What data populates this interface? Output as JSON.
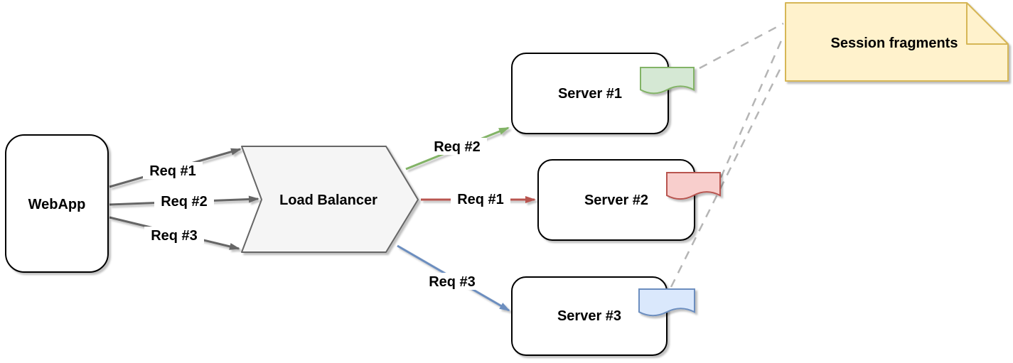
{
  "diagram": {
    "type": "architecture-diagram",
    "nodes": {
      "webapp": {
        "label": "WebApp"
      },
      "load_balancer": {
        "label": "Load Balancer"
      },
      "server1": {
        "label": "Server #1"
      },
      "server2": {
        "label": "Server #2"
      },
      "server3": {
        "label": "Server #3"
      },
      "session_note": {
        "label": "Session fragments"
      }
    },
    "edges": {
      "webapp_to_lb": [
        {
          "label": "Req #1",
          "color": "gray"
        },
        {
          "label": "Req #2",
          "color": "gray"
        },
        {
          "label": "Req #3",
          "color": "gray"
        }
      ],
      "lb_to_server1": {
        "label": "Req #2",
        "color": "green"
      },
      "lb_to_server2": {
        "label": "Req #1",
        "color": "red"
      },
      "lb_to_server3": {
        "label": "Req #3",
        "color": "blue"
      },
      "session_links": {
        "style": "dashed",
        "count": 3
      }
    },
    "icons": {
      "server1_fragment": {
        "name": "document-fragment-icon",
        "color": "green"
      },
      "server2_fragment": {
        "name": "document-fragment-icon",
        "color": "red"
      },
      "server3_fragment": {
        "name": "document-fragment-icon",
        "color": "blue"
      }
    },
    "colors": {
      "box_fill": "#ffffff",
      "box_stroke": "#000000",
      "load_balancer_fill": "#f5f5f5",
      "load_balancer_stroke": "#666666",
      "gray_arrow": "#666666",
      "green_arrow": "#82b366",
      "red_arrow": "#b85450",
      "blue_arrow": "#6c8ebf",
      "green_icon_fill": "#d5e8d4",
      "red_icon_fill": "#f8cecc",
      "blue_icon_fill": "#dae8fc",
      "note_fill": "#fff2cc",
      "note_stroke": "#d6b656",
      "dashed_link": "#b5b5b5"
    }
  }
}
